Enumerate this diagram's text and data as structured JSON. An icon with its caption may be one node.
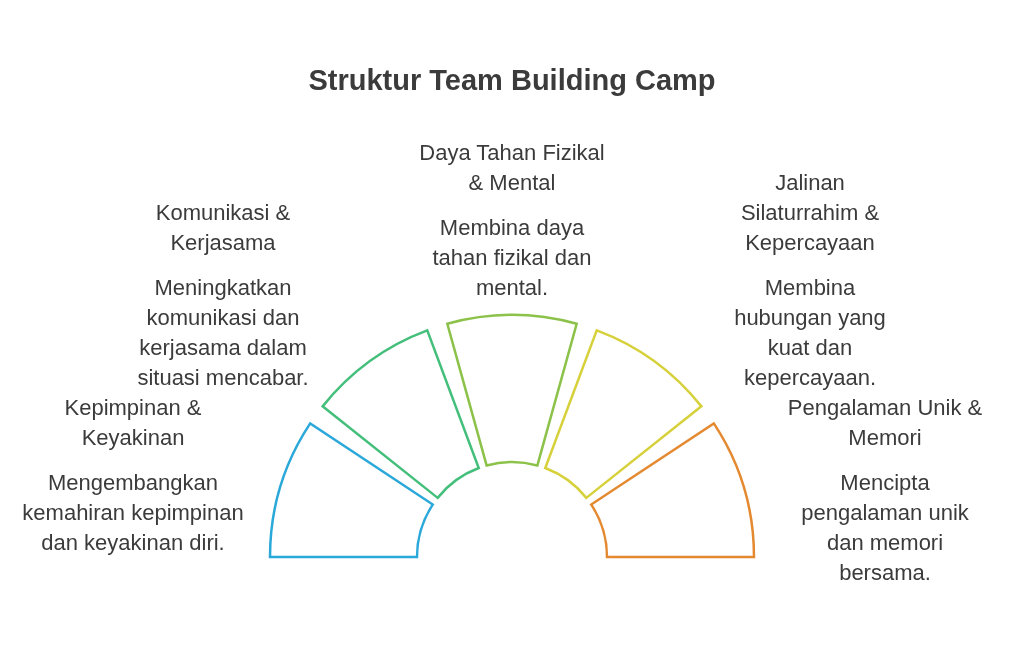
{
  "diagram": {
    "title": "Struktur Team Building Camp",
    "nodes": [
      {
        "text": [],
        "shape": "arc",
        "beside": [
          "Kepimpinan & Keyakinan",
          "Mengembangkan kemahiran kepimpinan dan keyakinan diri."
        ]
      },
      {
        "text": [],
        "shape": "arc",
        "beside": [
          "Komunikasi & Kerjasama",
          "Meningkatkan komunikasi dan kerjasama dalam situasi mencabar."
        ]
      },
      {
        "text": [],
        "shape": "arc",
        "beside": [
          "Daya Tahan Fizikal & Mental",
          "Membina daya tahan fizikal dan mental."
        ]
      },
      {
        "text": [],
        "shape": "arc",
        "beside": [
          "Jalinan Silaturrahim & Kepercayaan",
          "Membina hubungan yang kuat dan kepercayaan."
        ]
      },
      {
        "text": [],
        "shape": "arc",
        "beside": [
          "Pengalaman Unik & Memori",
          "Mencipta pengalaman unik dan memori bersama."
        ]
      }
    ]
  }
}
